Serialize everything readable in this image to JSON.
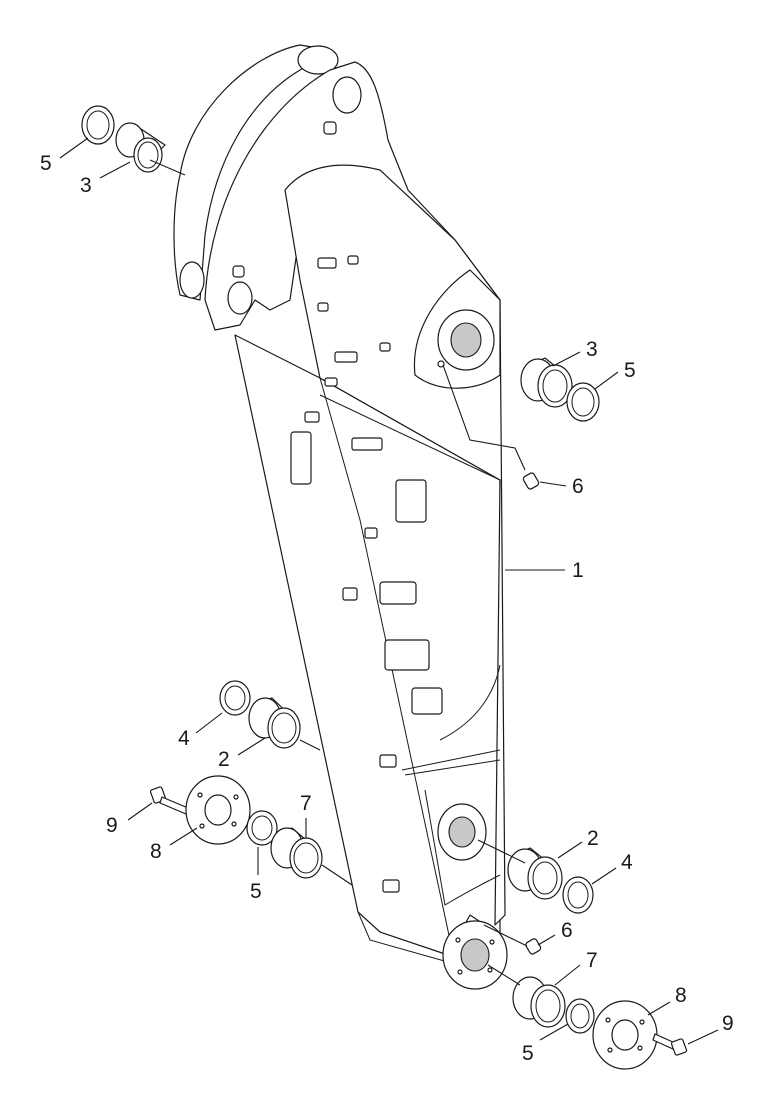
{
  "labels": {
    "l1": "1",
    "l2a": "2",
    "l2b": "2",
    "l3a": "3",
    "l3b": "3",
    "l4a": "4",
    "l4b": "4",
    "l5a": "5",
    "l5b": "5",
    "l5c": "5",
    "l5d": "5",
    "l6a": "6",
    "l6b": "6",
    "l7a": "7",
    "l7b": "7",
    "l8a": "8",
    "l8b": "8",
    "l9a": "9",
    "l9b": "9"
  }
}
